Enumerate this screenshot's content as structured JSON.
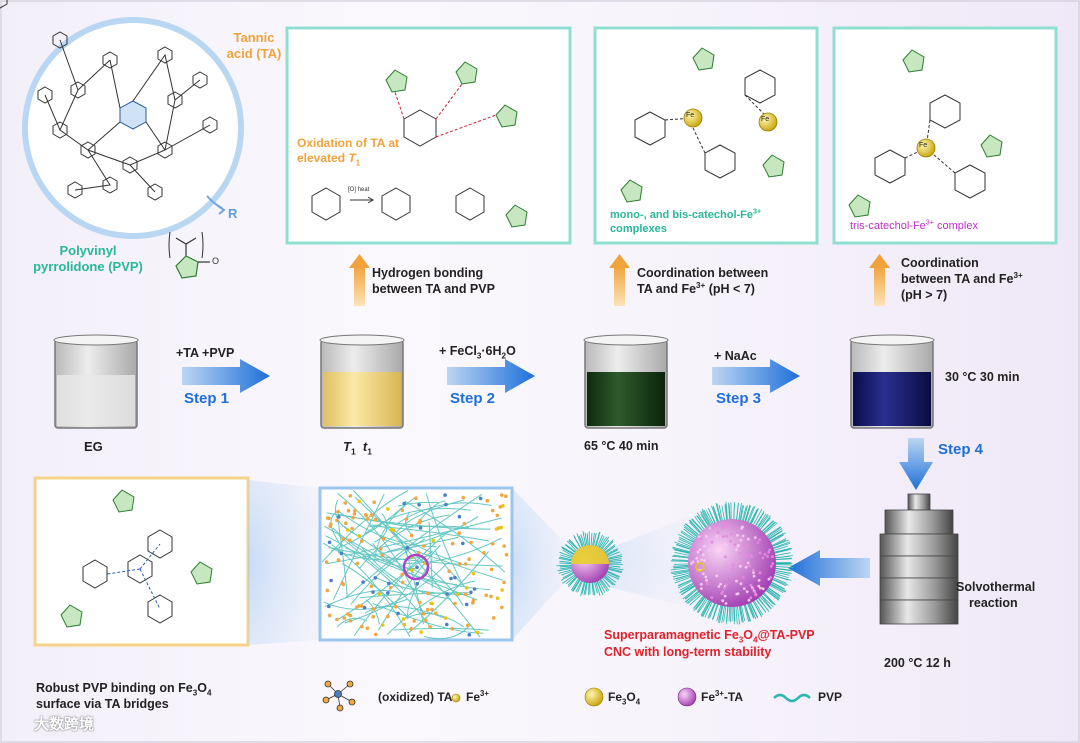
{
  "colors": {
    "orange": "#f0a33c",
    "green_label": "#28b89a",
    "blue_step": "#1e6fd9",
    "red_label": "#e0222b",
    "magenta": "#c030c8"
  },
  "top_left": {
    "ta_label": "Tannic acid (TA)",
    "r_label": "R",
    "pvp_label": "Polyvinyl pyrrolidone (PVP)",
    "o_label": "O"
  },
  "box_oxidation": {
    "caption_line1": "Oxidation of TA at",
    "caption_line2": "elevated",
    "caption_var": "T",
    "caption_sub": "1",
    "reagent": "[O] heat"
  },
  "box_mono_bis": {
    "caption_line1": "mono-, and bis-catechol-Fe",
    "sup": "3+",
    "caption_line2": "complexes",
    "fe_label": "Fe"
  },
  "box_tris": {
    "caption": "tris-catechol-Fe",
    "sup": "3+",
    "caption_end": " complex",
    "fe_label": "Fe"
  },
  "up_labels": {
    "a_line1": "Hydrogen bonding",
    "a_line2": "between TA and PVP",
    "b_line1": "Coordination between",
    "b_line2a": "TA and Fe",
    "b_sup": "3+",
    "b_line2b": " (pH < 7)",
    "c_line1": "Coordination",
    "c_line2a": "between TA and Fe",
    "c_sup": "3+",
    "c_line3": "(pH  >  7)"
  },
  "steps": {
    "s1_reagent": "+TA +PVP",
    "s1": "Step 1",
    "s2_reagent_a": "+ FeCl",
    "s2_sub1": "3",
    "s2_reagent_b": "·6H",
    "s2_sub2": "2",
    "s2_reagent_c": "O",
    "s2": "Step 2",
    "s3_reagent": "+ NaAc",
    "s3": "Step 3",
    "s4": "Step 4"
  },
  "beakers": {
    "eg": "EG",
    "t_var": "T",
    "t_sub": "1",
    "t_var2": "t",
    "t_sub2": "1",
    "green_cond": "65 °C 40 min",
    "blue_cond": "30 °C 30 min"
  },
  "autoclave": {
    "line1": "Solvothermal",
    "line2": "reaction",
    "cond": "200 °C 12 h"
  },
  "cnc": {
    "line1a": "Superparamagnetic Fe",
    "sub1": "3",
    "line1b": "O",
    "sub2": "4",
    "line1c": "@TA-PVP",
    "line2": "CNC with long-term stability"
  },
  "bottom_left": {
    "line1a": "Robust PVP binding on Fe",
    "sub1": "3",
    "line1b": "O",
    "sub2": "4",
    "line2": "surface via TA bridges"
  },
  "legend": {
    "ta": "(oxidized) TA",
    "fe3": "Fe",
    "fe3_sup": "3+",
    "fe3o4_a": "Fe",
    "fe3o4_sub1": "3",
    "fe3o4_b": "O",
    "fe3o4_sub2": "4",
    "fe_ta_a": "Fe",
    "fe_ta_sup": "3+",
    "fe_ta_b": "-TA",
    "pvp": "PVP"
  },
  "watermark": "大数跨境"
}
